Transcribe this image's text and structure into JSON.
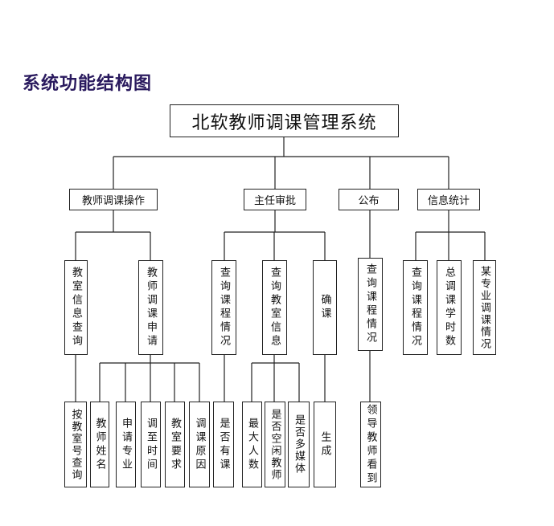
{
  "page_heading": "系统功能结构图",
  "root": "北软教师调课管理系统",
  "branches": {
    "teacher_ops": "教师调课操作",
    "director": "主任审批",
    "publish": "公布",
    "stats": "信息统计"
  },
  "level2": {
    "room_query": "教室信息查询",
    "adjust_apply": "教师调课申请",
    "dir_course": "查询课程情况",
    "dir_room": "查询教室信息",
    "confirm": "确课",
    "pub_course": "查询课程情况",
    "stat_course": "查询课程情况",
    "stat_hours": "总调课学时数",
    "stat_major": "某专业调课情况"
  },
  "level3": {
    "by_room_no": "按教室号查询",
    "teacher_name": "教师姓名",
    "apply_major": "申请专业",
    "to_time": "调至时间",
    "room_req": "教室要求",
    "reason": "调课原因",
    "has_class": "是否有课",
    "max_people": "最大人数",
    "free_teacher": "是否空闲教师",
    "multimedia": "是否多媒体",
    "generate": "生成",
    "leader_view": "领导教师看到"
  }
}
